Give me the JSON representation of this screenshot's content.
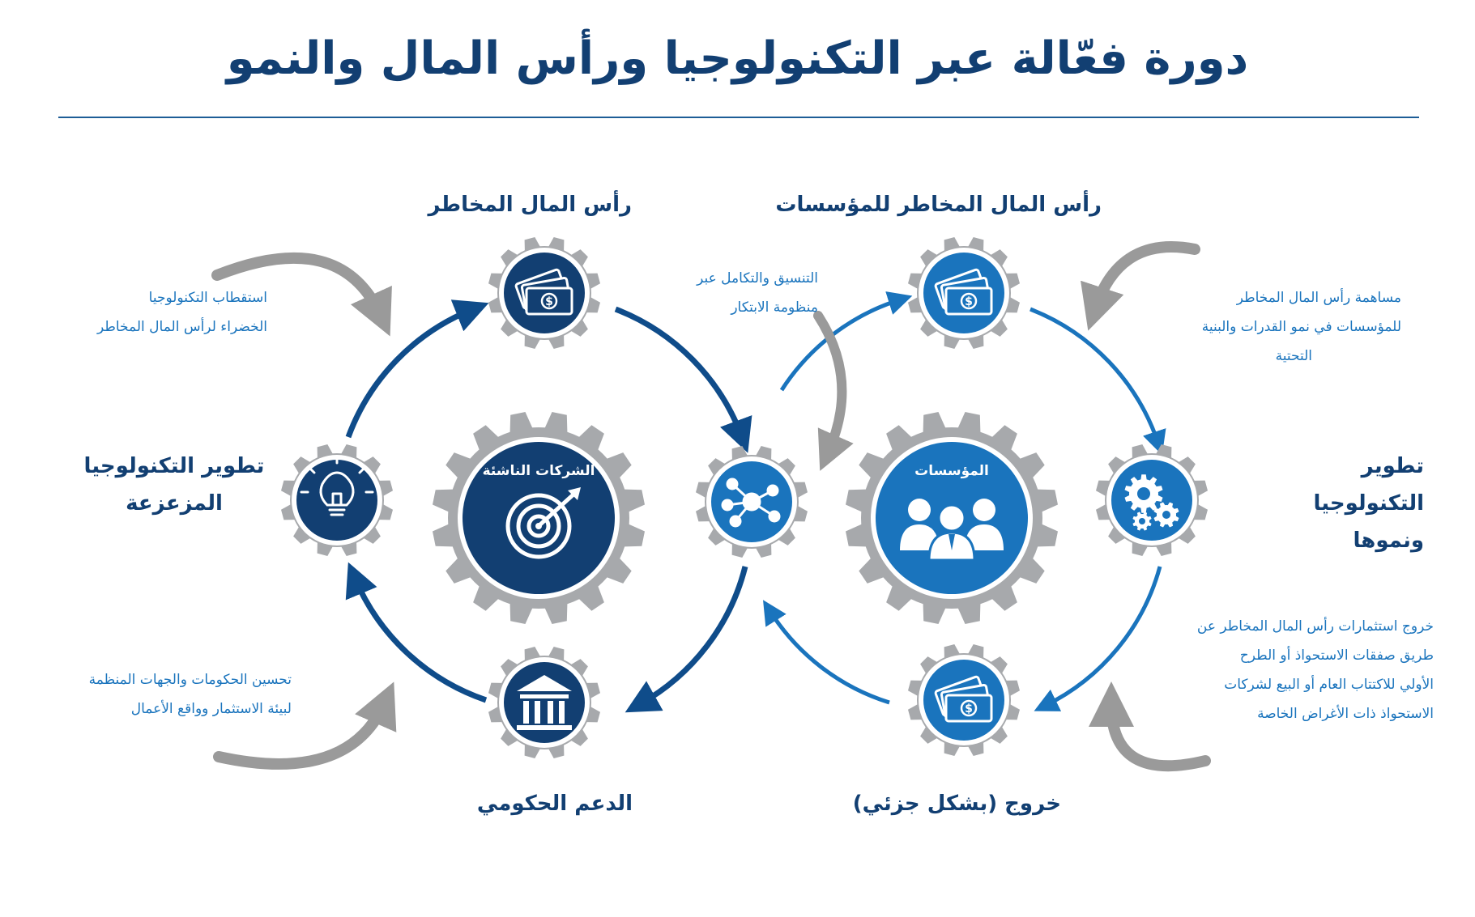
{
  "title": "دورة فعّالة عبر التكنولوجيا ورأس المال والنمو",
  "labels": {
    "vc": "رأس المال المخاطر",
    "cvc": "رأس المال المخاطر للمؤسسات",
    "tech_dev_l1": "تطوير التكنولوجيا",
    "tech_dev_l2": "المزعزعة",
    "gov": "الدعم الحكومي",
    "exit": "خروج (بشكل جزئي)",
    "tech_growth_l1": "تطوير",
    "tech_growth_l2": "التكنولوجيا",
    "tech_growth_l3": "ونموها",
    "startups": "الشركات الناشئة",
    "corporates": "المؤسسات"
  },
  "notes": {
    "attract_l1": "استقطاب التكنولوجيا",
    "attract_l2": "الخضراء لرأس المال المخاطر",
    "gov_improve_l1": "تحسين الحكومات والجهات المنظمة",
    "gov_improve_l2": "لبيئة الاستثمار وواقع الأعمال",
    "coord_l1": "التنسيق والتكامل عبر",
    "coord_l2": "منظومة الابتكار",
    "cvc_contrib_l1": "مساهمة رأس المال المخاطر",
    "cvc_contrib_l2": "للمؤسسات في نمو القدرات والبنية",
    "cvc_contrib_l3": "التحتية",
    "exit_note_l1": "خروج استثمارات رأس المال المخاطر عن",
    "exit_note_l2": "طريق صفقات الاستحواذ أو الطرح",
    "exit_note_l3": "الأولي للاكتتاب العام أو البيع لشركات",
    "exit_note_l4": "الاستحواذ ذات الأغراض الخاصة"
  },
  "colors": {
    "navy": "#123f72",
    "dark_blue": "#0f4c8a",
    "light_blue": "#1a74bd",
    "gear_gray": "#a7a9ac",
    "arrow_gray": "#9a9a9a"
  },
  "icons": {
    "vc_gear": "money-icon",
    "tech_gear": "lightbulb-icon",
    "gov_gear": "bank-icon",
    "hub_gear": "network-icon",
    "cvc_gear": "money-icon",
    "growth_gear": "gears-icon",
    "exit_gear": "money-icon",
    "startups": "target-icon",
    "corporates": "people-icon"
  }
}
